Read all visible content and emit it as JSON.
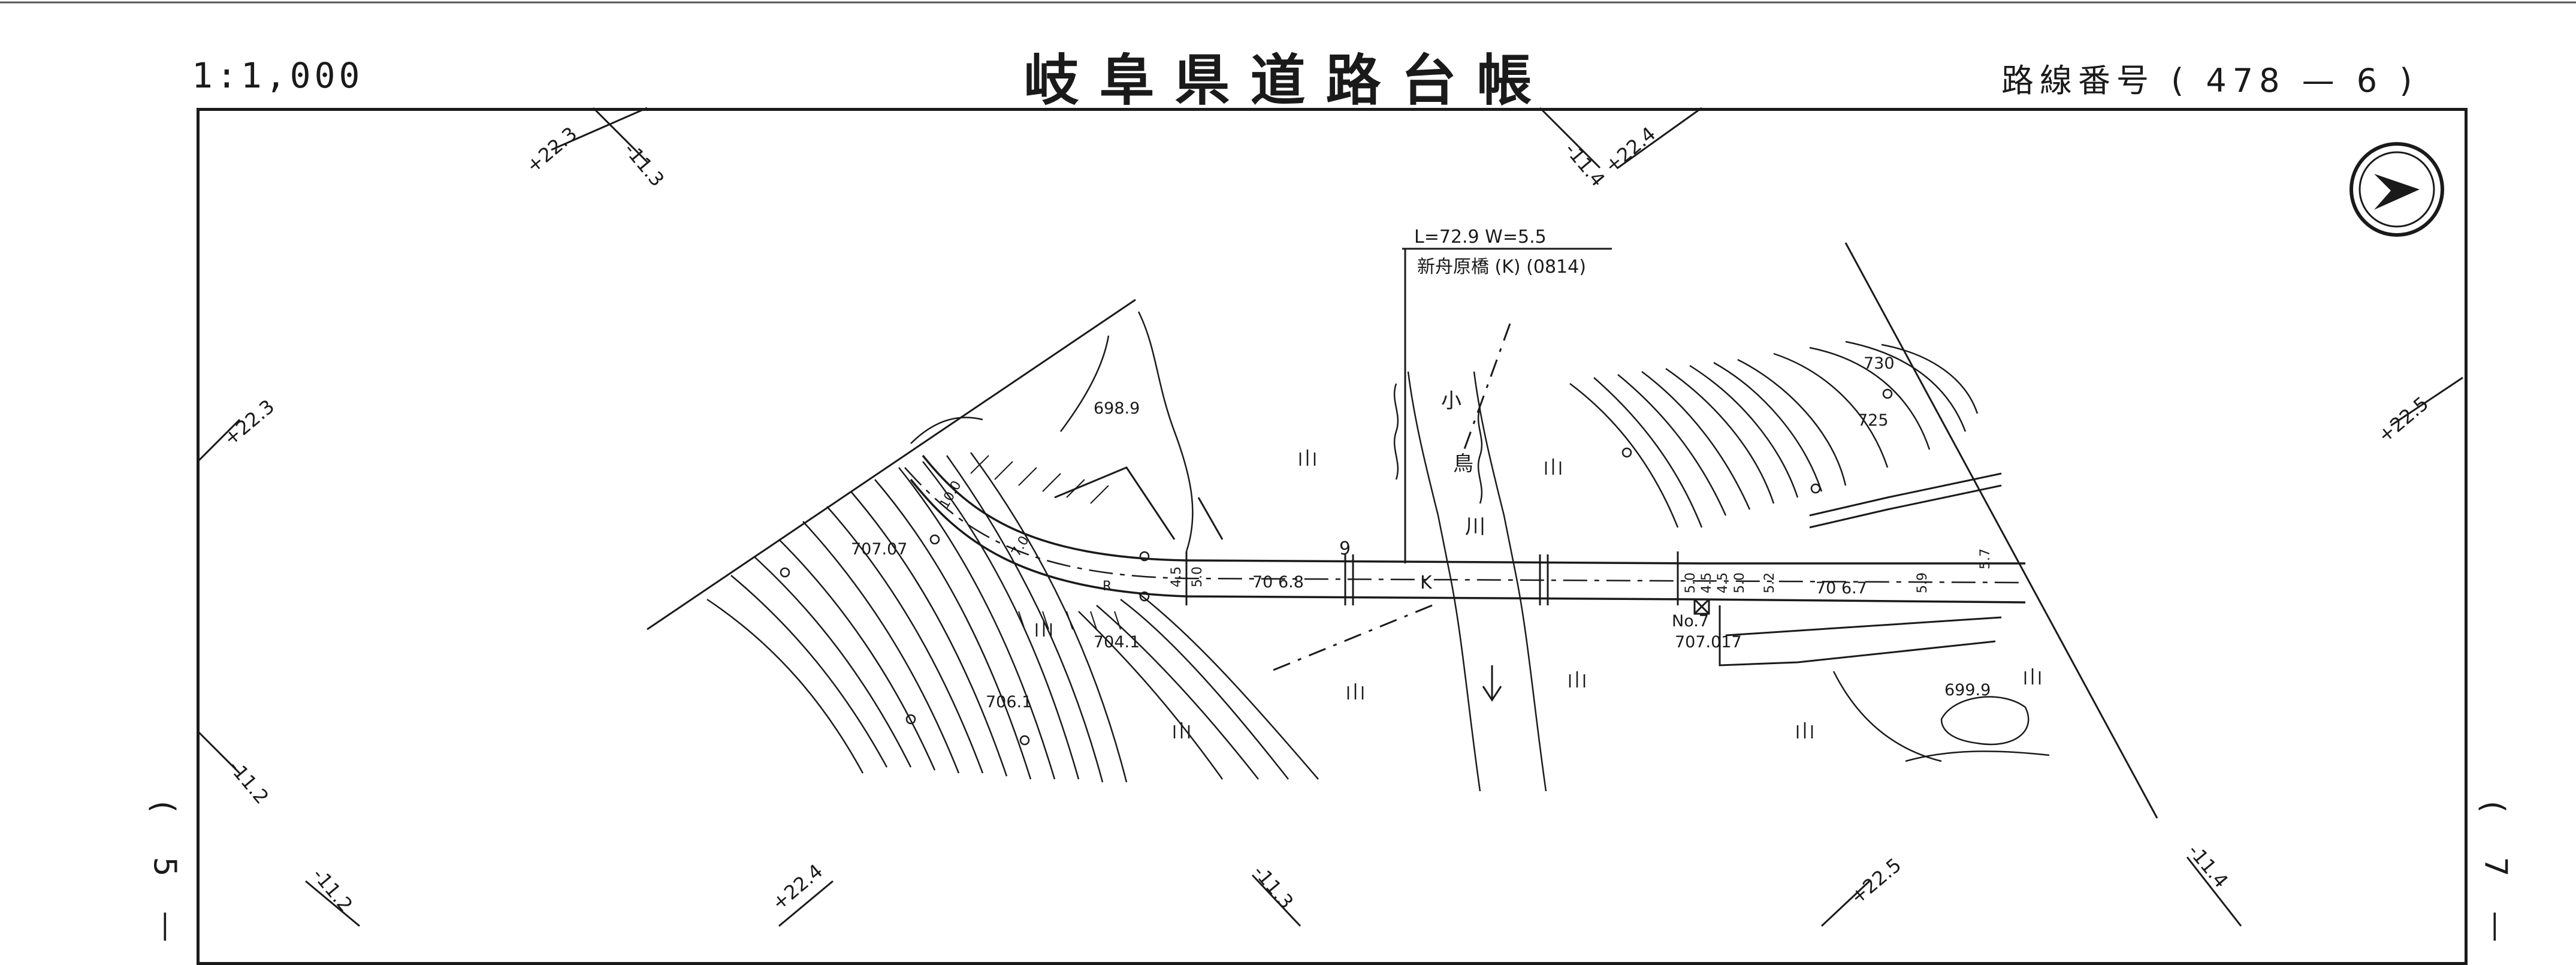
{
  "header": {
    "scale": "1:1,000",
    "title": "岐阜県道路台帳",
    "route": "路線番号 ( 478 — 6 )"
  },
  "page_marks": {
    "left": [
      "(",
      "5",
      "—"
    ],
    "right": [
      "(",
      "7",
      "—"
    ]
  },
  "grid_labels": {
    "top_left_n": "+22.3",
    "top_left_e": "-11.3",
    "top_mid_e": "-11.4",
    "top_mid_n": "+22.4",
    "left_n": "+22.3",
    "left_e": "-11.2",
    "bottom_e1": "-11.2",
    "bottom_n1": "+22.4",
    "bottom_e2": "-11.3",
    "bottom_n2": "+22.5",
    "bottom_e3": "-11.4",
    "right_n": "+22.5"
  },
  "bridge": {
    "dimensions": "L=72.9  W=5.5",
    "name": "新舟原橋 (K) (0814)"
  },
  "river": {
    "name_1": "小",
    "name_2": "鳥",
    "name_3": "川"
  },
  "annotations": {
    "station_no": "No.7",
    "station_elev": "707.017",
    "elev_west_road": "707.07",
    "elev_road_mid": "70 6.8",
    "elev_road_east": "70 6.7",
    "elev_6989": "698.9",
    "elev_7041": "704.1",
    "elev_7061": "706.1",
    "elev_6999": "699.9",
    "contour_730": "730",
    "contour_725": "725",
    "tick_9": "9",
    "bridge_k": "K",
    "w_45": "4.5",
    "w_50a": "5.0",
    "w_50b": "5.0",
    "w_45b": "4.5",
    "w_45c": "4.5",
    "w_50c": "5.0",
    "w_52": "5.2",
    "w_59": "5.9",
    "w_57": "5.7",
    "w_100": "10.0",
    "w_70": "7.0",
    "r_mark": "R"
  }
}
